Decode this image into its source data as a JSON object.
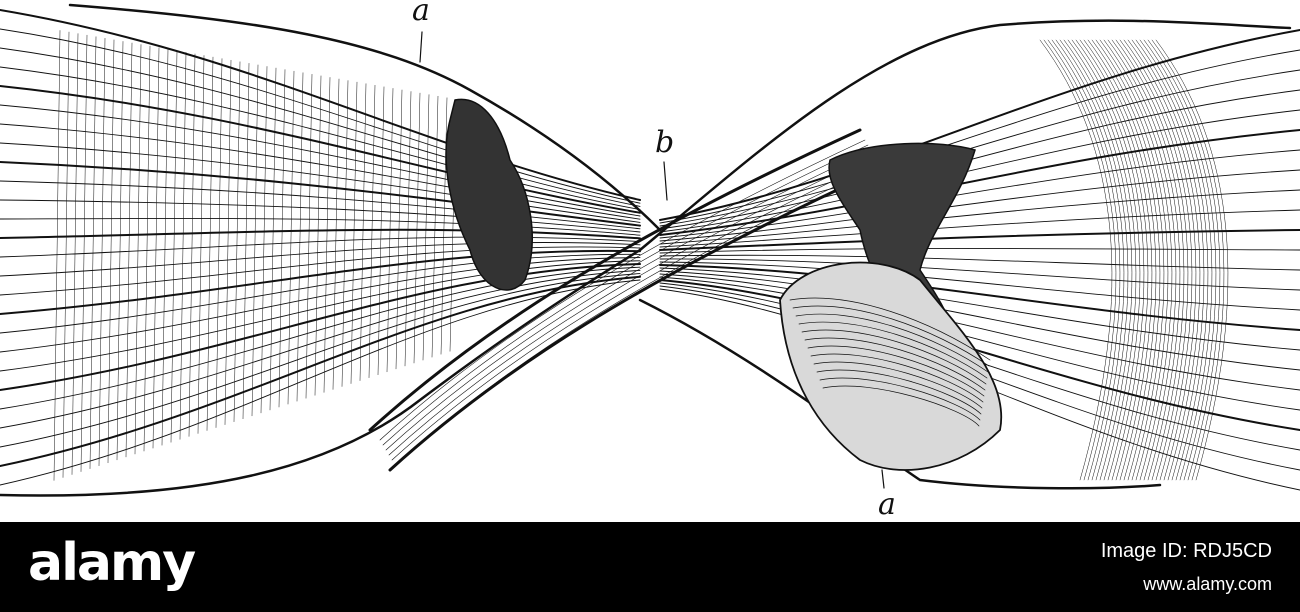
{
  "figure": {
    "labels": {
      "a_top": "a",
      "b": "b",
      "a_bottom": "a"
    }
  },
  "footer": {
    "logo": "alamy",
    "image_id": "Image ID: RDJ5CD",
    "url": "www.alamy.com"
  },
  "colors": {
    "ink": "#111111",
    "paper": "#ffffff",
    "footer_bg": "#000000",
    "footer_text": "#ffffff"
  }
}
